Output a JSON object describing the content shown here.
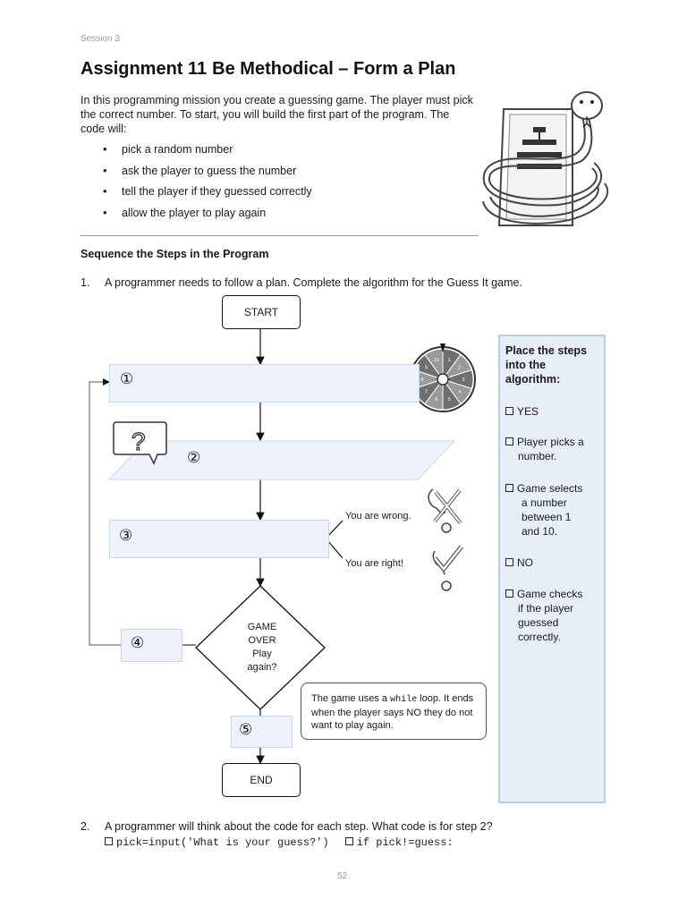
{
  "header": {
    "session": "Session 3",
    "assignment": "Assignment 11",
    "title": "Be Methodical – Form a Plan"
  },
  "intro": {
    "text": "In this programming mission you create a guessing game. The player must pick the correct number. To start, you will build the first part of the program. The code will:",
    "bullets": [
      "pick a random number",
      "ask the player to guess the number",
      "tell the player if they guessed correctly",
      "allow the player to play again"
    ]
  },
  "section": {
    "heading": "Sequence the Steps in the Program"
  },
  "question1": {
    "number": "1.",
    "text": "A programmer needs to follow a plan. Complete the algorithm for the Guess It game."
  },
  "flowchart": {
    "start": "START",
    "end": "END",
    "slots": [
      "①",
      "②",
      "③",
      "④",
      "⑤"
    ],
    "decision_lines": [
      "GAME",
      "OVER",
      "Play",
      "again?"
    ],
    "wrong_label": "You are wrong.",
    "right_label": "You are right!",
    "note_before": "The game uses a ",
    "note_code": "while",
    "note_after": " loop. It ends when the player says NO they do not want to play again."
  },
  "panel": {
    "heading": "Place the steps into the algorithm:",
    "options": [
      {
        "first": "YES",
        "rest": []
      },
      {
        "first": "Player picks a",
        "rest": [
          "number."
        ]
      },
      {
        "first": "Game selects",
        "rest": [
          "a number",
          "between 1",
          "and 10."
        ]
      },
      {
        "first": "NO",
        "rest": []
      },
      {
        "first": "Game checks",
        "rest": [
          "if the player",
          "guessed",
          "correctly."
        ]
      }
    ]
  },
  "spinner": {
    "numbers": [
      "1",
      "2",
      "3",
      "4",
      "5",
      "6",
      "7",
      "8",
      "9",
      "10"
    ]
  },
  "question2": {
    "number": "2.",
    "text": "A programmer will think about the code for each step. What code is for step 2?",
    "options": [
      "pick=input('What is your guess?')",
      "if pick!=guess:"
    ]
  },
  "footer": {
    "page": "52"
  }
}
